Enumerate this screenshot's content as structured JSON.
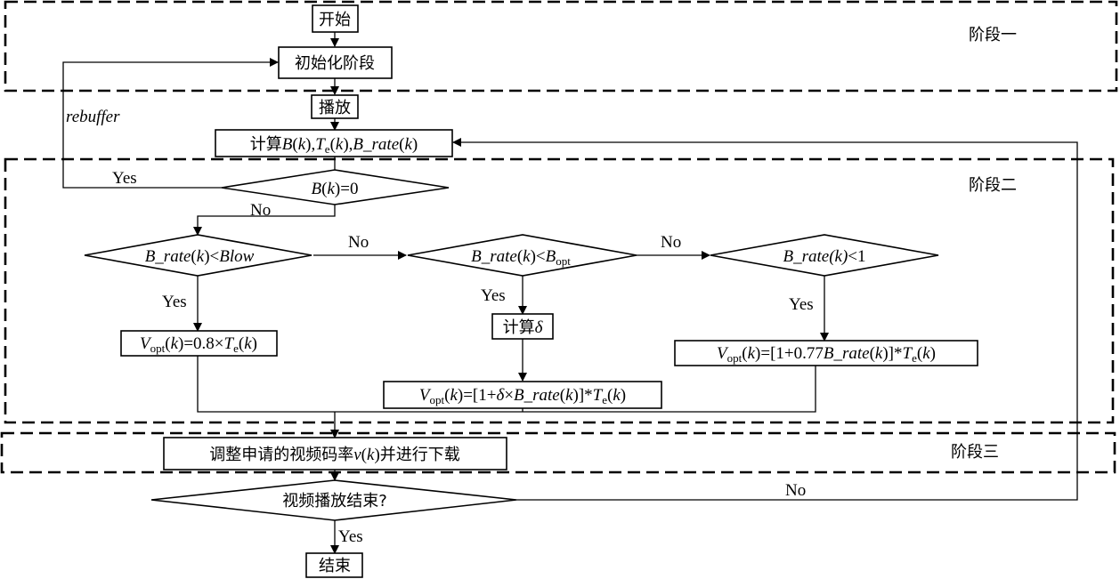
{
  "stages": {
    "stage1": "阶段一",
    "stage2": "阶段二",
    "stage3": "阶段三"
  },
  "nodes": {
    "start": "开始",
    "init": "初始化阶段",
    "play": "播放",
    "compute_prefix": "计算",
    "compute_vars": [
      "B(k)",
      "Te(k)",
      "B_rate(k)"
    ],
    "decision_buffer": "B(k)=0",
    "decision_blow": "B_rate(k)<Blow",
    "decision_bopt": "B_rate(k)<Bopt",
    "decision_one": "B_rate(k)<1",
    "compute_delta_prefix": "计算",
    "compute_delta_symbol": "δ",
    "vopt_low": "Vopt(k)=0.8×Te(k)",
    "vopt_delta": "Vopt(k)=[1+δ×B_rate(k)]*Te(k)",
    "vopt_077": "Vopt(k)=[1+0.77B_rate(k)]*Te(k)",
    "adjust_prefix": "调整申请的视频码率",
    "adjust_var": "v(k)",
    "adjust_suffix": "并进行下载",
    "decision_end": "视频播放结束?",
    "end": "结束"
  },
  "edge_labels": {
    "rebuffer": "rebuffer",
    "yes": "Yes",
    "no": "No"
  }
}
